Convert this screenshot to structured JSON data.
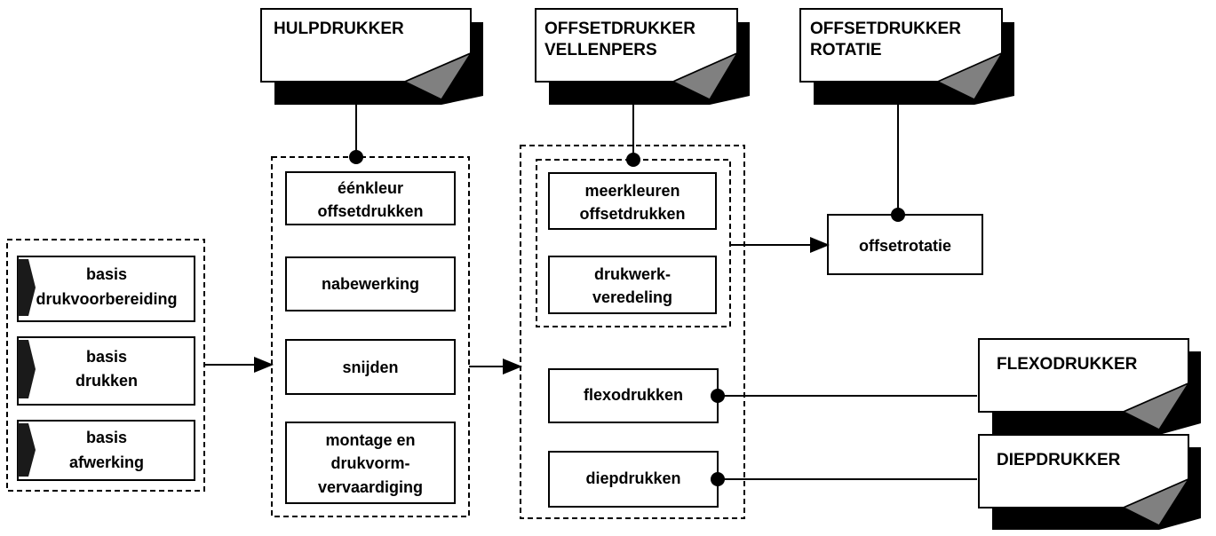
{
  "documents": [
    {
      "id": "hulpdrukker",
      "lines": [
        "HULPDRUKKER"
      ]
    },
    {
      "id": "offsetdrukker-vellenpers",
      "lines": [
        "OFFSETDRUKKER",
        "VELLENPERS"
      ]
    },
    {
      "id": "offsetdrukker-rotatie",
      "lines": [
        "OFFSETDRUKKER",
        "ROTATIE"
      ]
    },
    {
      "id": "flexodrukker",
      "lines": [
        "FLEXODRUKKER"
      ]
    },
    {
      "id": "diepdrukker",
      "lines": [
        "DIEPDRUKKER"
      ]
    }
  ],
  "basis_group": [
    {
      "lines": [
        "basis",
        "drukvoorbereiding"
      ]
    },
    {
      "lines": [
        "basis",
        "drukken"
      ]
    },
    {
      "lines": [
        "basis",
        "afwerking"
      ]
    }
  ],
  "hulp_group": [
    {
      "lines": [
        "éénkleur",
        "offsetdrukken"
      ]
    },
    {
      "lines": [
        "nabewerking"
      ]
    },
    {
      "lines": [
        "snijden"
      ]
    },
    {
      "lines": [
        "montage en",
        "drukvorm-",
        "vervaardiging"
      ]
    }
  ],
  "offset_group": [
    {
      "lines": [
        "meerkleuren",
        "offsetdrukken"
      ]
    },
    {
      "lines": [
        "drukwerk-",
        "veredeling"
      ]
    },
    {
      "lines": [
        "flexodrukken"
      ]
    },
    {
      "lines": [
        "diepdrukken"
      ]
    }
  ],
  "rotatie_box": {
    "lines": [
      "offsetrotatie"
    ]
  }
}
